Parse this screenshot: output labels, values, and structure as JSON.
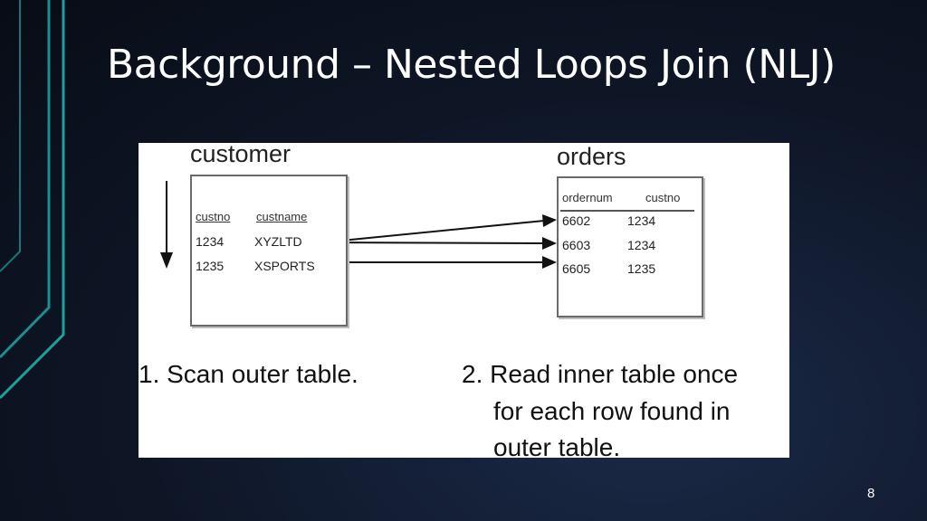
{
  "slide": {
    "title": "Background – Nested Loops Join (NLJ)",
    "page_number": "8"
  },
  "figure": {
    "outer_table": {
      "name": "customer",
      "columns": [
        "custno",
        "custname"
      ],
      "rows": [
        [
          "1234",
          "XYZLTD"
        ],
        [
          "1235",
          "XSPORTS"
        ]
      ]
    },
    "inner_table": {
      "name": "orders",
      "columns": [
        "ordernum",
        "custno"
      ],
      "rows": [
        [
          "6602",
          "1234"
        ],
        [
          "6603",
          "1234"
        ],
        [
          "6605",
          "1235"
        ]
      ]
    },
    "steps": [
      "1. Scan outer table.",
      "2. Read inner table once",
      "for each row found in",
      "outer table."
    ]
  },
  "colors": {
    "accent_teal": "#1f9f9c",
    "background": "#0e1626"
  }
}
